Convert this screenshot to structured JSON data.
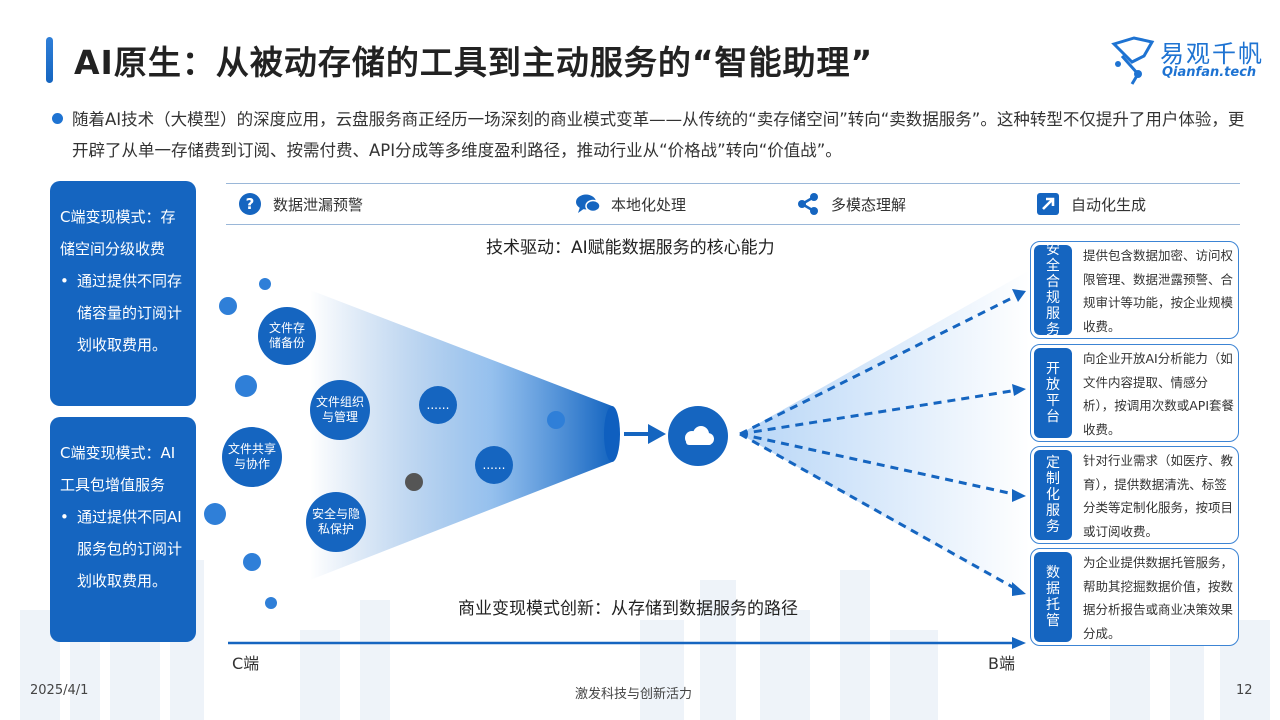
{
  "title": "AI原生：从被动存储的工具到主动服务的“智能助理”",
  "logo": {
    "name": "易观千帆",
    "sub": "Qianfan.tech"
  },
  "intro": "随着AI技术（大模型）的深度应用，云盘服务商正经历一场深刻的商业模式变革——从传统的“卖存储空间”转向“卖数据服务”。这种转型不仅提升了用户体验，更开辟了从单一存储费到订阅、按需付费、API分成等多维度盈利路径，推动行业从“价格战”转向“价值战”。",
  "left_cards": [
    {
      "title": "C端变现模式：存储空间分级收费",
      "bullet": "通过提供不同存储容量的订阅计划收取费用。"
    },
    {
      "title": "C端变现模式：AI工具包增值服务",
      "bullet": "通过提供不同AI服务包的订阅计划收取费用。"
    }
  ],
  "tech_bar": {
    "items": [
      {
        "label": "数据泄漏预警",
        "icon": "question-icon"
      },
      {
        "label": "本地化处理",
        "icon": "chat-icon"
      },
      {
        "label": "多模态理解",
        "icon": "share-icon"
      },
      {
        "label": "自动化生成",
        "icon": "arrow-out-icon"
      }
    ]
  },
  "captions": {
    "tech": "技术驱动：AI赋能数据服务的核心能力",
    "business": "商业变现模式创新：从存储到数据服务的路径"
  },
  "bubbles": {
    "file_backup": "文件存储备份",
    "file_org": "文件组织与管理",
    "file_share": "文件共享与协作",
    "security": "安全与隐私保护",
    "more1": "......",
    "more2": "......"
  },
  "hub_icon": "cloud-icon",
  "axis": {
    "left": "C端",
    "right": "B端"
  },
  "services": [
    {
      "tag": "安全合规服务",
      "desc": "提供包含数据加密、访问权限管理、数据泄露预警、合规审计等功能，按企业规模收费。"
    },
    {
      "tag": "开放平台",
      "desc": "向企业开放AI分析能力（如文件内容提取、情感分析），按调用次数或API套餐收费。"
    },
    {
      "tag": "定制化服务",
      "desc": "针对行业需求（如医疗、教育），提供数据清洗、标签分类等定制化服务，按项目或订阅收费。"
    },
    {
      "tag": "数据托管",
      "desc": "为企业提供数据托管服务，帮助其挖掘数据价值，按数据分析报告或商业决策效果分成。"
    }
  ],
  "footer": {
    "date": "2025/4/1",
    "center": "激发科技与创新活力",
    "page": "12"
  },
  "colors": {
    "primary": "#1565c0",
    "accent": "#1e73d2",
    "dark_dot": "#555555"
  }
}
